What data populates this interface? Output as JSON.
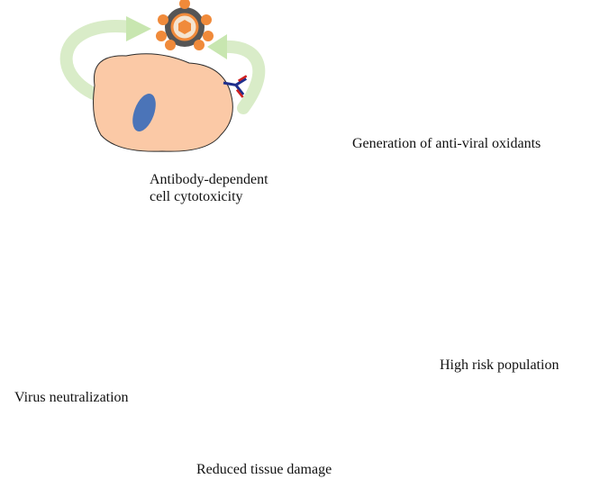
{
  "labels": {
    "adcc_line1": "Antibody-dependent",
    "adcc_line2": "cell cytotoxicity",
    "oxidants": "Generation of anti-viral oxidants",
    "high_risk": "High risk population",
    "virus_neutralization": "Virus neutralization",
    "tissue_damage": "Reduced tissue damage"
  },
  "colors": {
    "cell_fill": "#fbc9a6",
    "nucleus": "#4b74b8",
    "antibody_heavy": "#1f2f8c",
    "antibody_light": "#d02020",
    "central_antibody": "#21b14b",
    "central_ring": "#f2c21a",
    "virus_core": "#f08a3a",
    "arrow": "#7f7f7f",
    "green_arrow": "#c8e6b0",
    "population_bg": "#f5b98c",
    "oxidant_dots": "#c0262c"
  },
  "icons": [
    "antibody-icon",
    "cell-icon",
    "virus-icon",
    "population-icon",
    "tissue-icon",
    "oxidant-dots-icon"
  ]
}
